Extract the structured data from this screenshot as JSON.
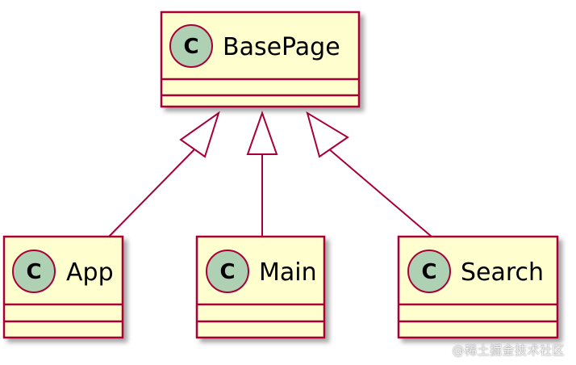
{
  "colors": {
    "class_fill": "#FEFECE",
    "class_border": "#A80036",
    "badge_fill": "#ADD1B2",
    "edge": "#A80036",
    "shadow": "#c9c9c9"
  },
  "classes": [
    {
      "id": "basepage",
      "name": "BasePage",
      "stereotype_letter": "C"
    },
    {
      "id": "app",
      "name": "App",
      "stereotype_letter": "C"
    },
    {
      "id": "main",
      "name": "Main",
      "stereotype_letter": "C"
    },
    {
      "id": "search",
      "name": "Search",
      "stereotype_letter": "C"
    }
  ],
  "relations": [
    {
      "from": "app",
      "to": "basepage",
      "type": "inheritance"
    },
    {
      "from": "main",
      "to": "basepage",
      "type": "inheritance"
    },
    {
      "from": "search",
      "to": "basepage",
      "type": "inheritance"
    }
  ],
  "watermark": "@稀土掘金技术社区"
}
